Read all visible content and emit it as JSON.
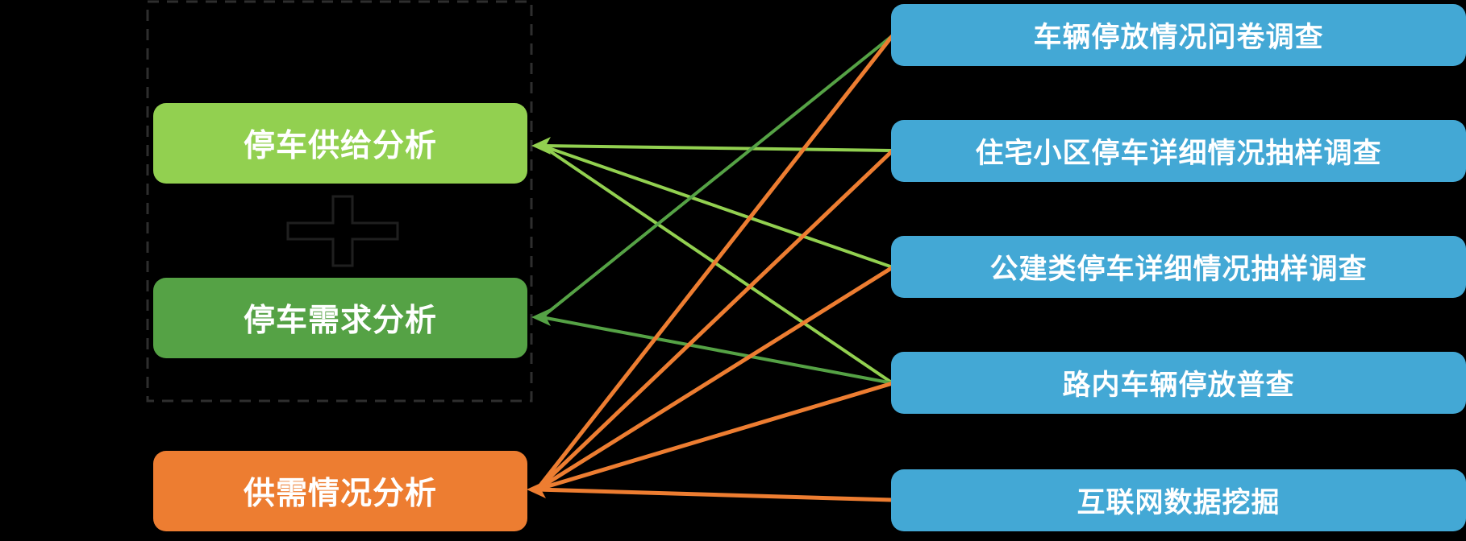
{
  "colors": {
    "background": "#000000",
    "light_green": "#92d050",
    "dark_green": "#55a245",
    "orange": "#ed7d31",
    "blue": "#43a8d5",
    "box_text": "#ffffff",
    "dashed_border": "#2e2e2e",
    "plus_outline": "#1f1f1f"
  },
  "left_boxes": [
    {
      "id": "supply",
      "label": "停车供给分析",
      "color_role": "light_green"
    },
    {
      "id": "demand",
      "label": "停车需求分析",
      "color_role": "dark_green"
    },
    {
      "id": "balance",
      "label": "供需情况分析",
      "color_role": "orange"
    }
  ],
  "plus_icon": {
    "symbol": "+"
  },
  "right_boxes": [
    {
      "id": "survey_questionnaire",
      "label": "车辆停放情况问卷调查"
    },
    {
      "id": "residential_sampling",
      "label": "住宅小区停车详细情况抽样调查"
    },
    {
      "id": "public_building_sampling",
      "label": "公建类停车详细情况抽样调查"
    },
    {
      "id": "on_street_census",
      "label": "路内车辆停放普查"
    },
    {
      "id": "internet_mining",
      "label": "互联网数据挖掘"
    }
  ],
  "connections": [
    {
      "from": "residential_sampling",
      "to": "supply",
      "color_role": "light_green"
    },
    {
      "from": "public_building_sampling",
      "to": "supply",
      "color_role": "light_green"
    },
    {
      "from": "on_street_census",
      "to": "supply",
      "color_role": "light_green"
    },
    {
      "from": "survey_questionnaire",
      "to": "demand",
      "color_role": "dark_green"
    },
    {
      "from": "on_street_census",
      "to": "demand",
      "color_role": "dark_green"
    },
    {
      "from": "survey_questionnaire",
      "to": "balance",
      "color_role": "orange"
    },
    {
      "from": "residential_sampling",
      "to": "balance",
      "color_role": "orange"
    },
    {
      "from": "public_building_sampling",
      "to": "balance",
      "color_role": "orange"
    },
    {
      "from": "on_street_census",
      "to": "balance",
      "color_role": "orange"
    },
    {
      "from": "internet_mining",
      "to": "balance",
      "color_role": "orange"
    }
  ]
}
